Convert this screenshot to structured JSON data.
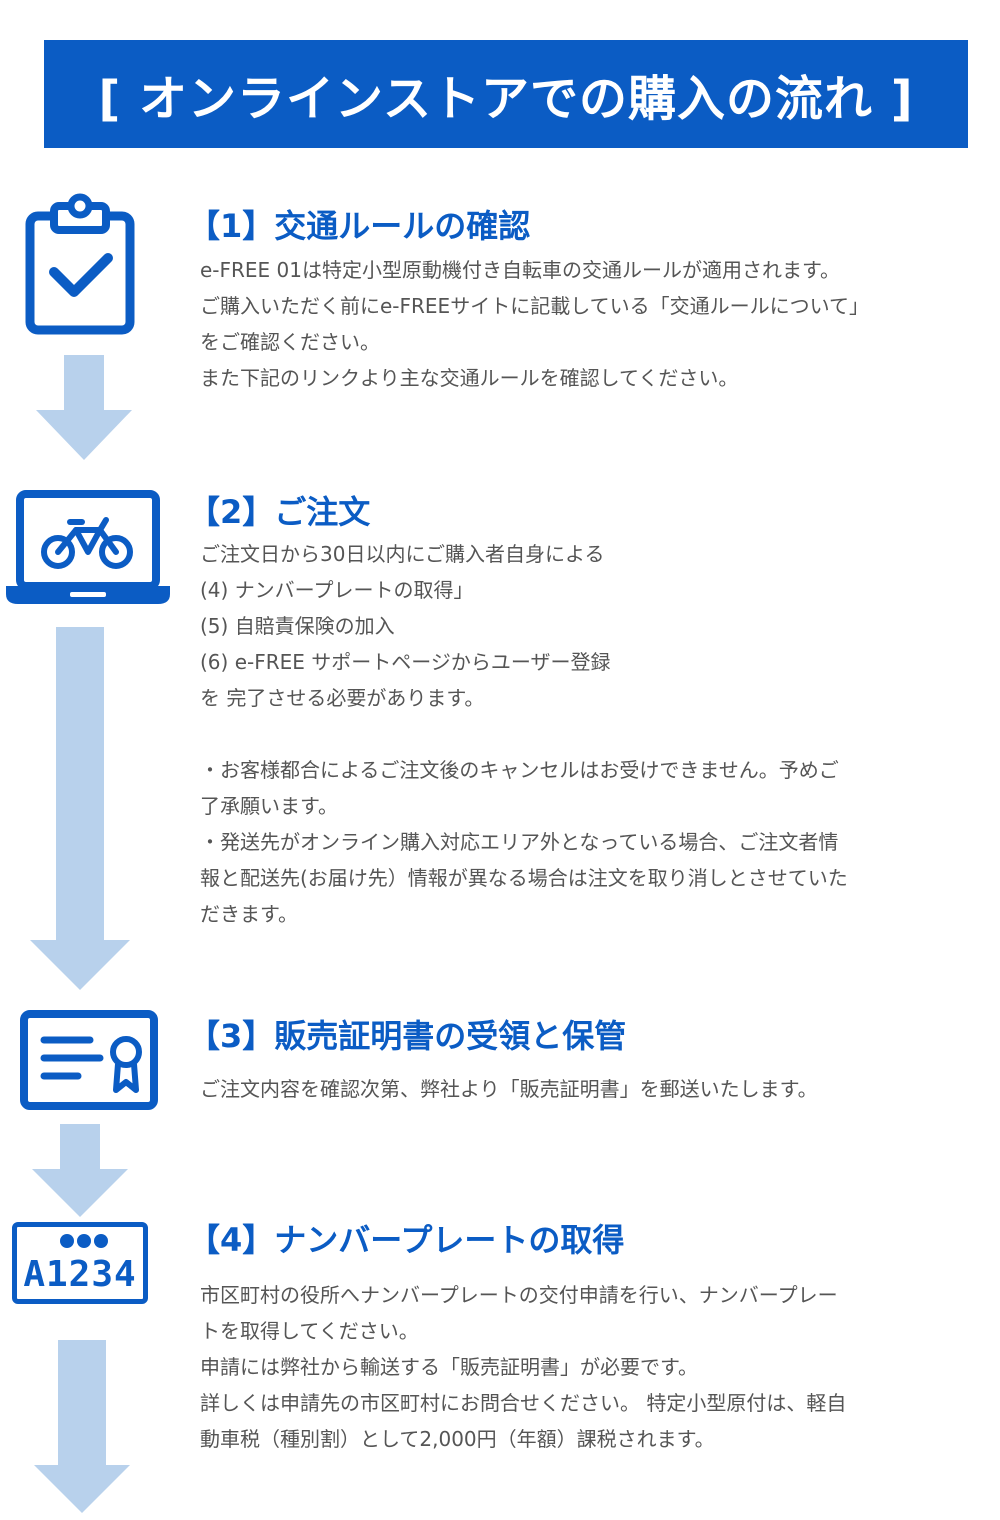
{
  "banner": {
    "title": "[ オンラインストアでの購入の流れ ]"
  },
  "colors": {
    "brand_blue": "#0b5cc4",
    "arrow_blue": "#b8d1ec",
    "text_gray": "#555555"
  },
  "steps": [
    {
      "icon": "clipboard-check-icon",
      "title": "【1】交通ルールの確認",
      "lines": [
        "e-FREE 01は特定小型原動機付き自転車の交通ルールが適用されます。",
        "ご購入いただく前にe-FREEサイトに記載している「交通ルールについて」",
        "をご確認ください。",
        "また下記のリンクより主な交通ルールを確認してください。"
      ]
    },
    {
      "icon": "laptop-bicycle-icon",
      "title": "【2】ご注文",
      "lines": [
        "ご注文日から30日以内にご購入者自身による",
        "(4) ナンバープレートの取得」",
        "(5) 自賠責保険の加入",
        "(6) e-FREE サポートページからユーザー登録",
        "を 完了させる必要があります。",
        "",
        "・お客様都合によるご注文後のキャンセルはお受けできません。予めご",
        "了承願います。",
        "・発送先がオンライン購入対応エリア外となっている場合、ご注文者情",
        "報と配送先(お届け先）情報が異なる場合は注文を取り消しとさせていた",
        "だきます。"
      ]
    },
    {
      "icon": "certificate-icon",
      "title": "【3】販売証明書の受領と保管",
      "lines": [
        "ご注文内容を確認次第、弊社より「販売証明書」を郵送いたします。"
      ]
    },
    {
      "icon": "license-plate-icon",
      "plate_text": "A1234",
      "title": "【4】ナンバープレートの取得",
      "lines": [
        "市区町村の役所へナンバープレートの交付申請を行い、ナンバープレー",
        "トを取得してください。",
        "申請には弊社から輸送する「販売証明書」が必要です。",
        "詳しくは申請先の市区町村にお問合せください。 特定小型原付は、軽自",
        "動車税（種別割）として2,000円（年額）課税されます。"
      ]
    }
  ]
}
